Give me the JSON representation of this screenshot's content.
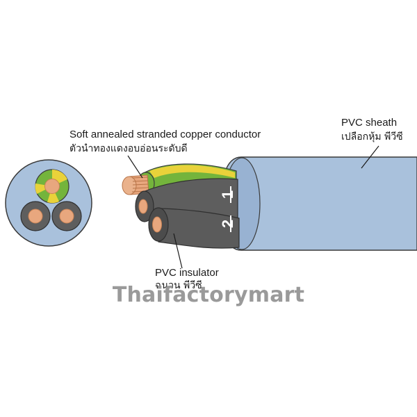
{
  "labels": {
    "conductor_en": "Soft annealed stranded copper conductor",
    "conductor_th": "ตัวนำทองแดงอบอ่อนระดับดี",
    "sheath_en": "PVC sheath",
    "sheath_th": "เปลือกหุ้ม  พีวีซี",
    "insulator_en": "PVC insulator",
    "insulator_th": "ฉนวน  พีวีซี"
  },
  "cores": {
    "core1": "1",
    "core2": "2"
  },
  "watermark": "Thaifactorymart",
  "colors": {
    "sheath": "#a9c1dc",
    "sheath_dark": "#8ea9c8",
    "insulation_grey": "#5e5e5e",
    "insulation_dark": "#444444",
    "ground_green": "#74b43c",
    "ground_yellow": "#e9d23a",
    "copper": "#e8a77e",
    "copper_dark": "#c98355"
  }
}
